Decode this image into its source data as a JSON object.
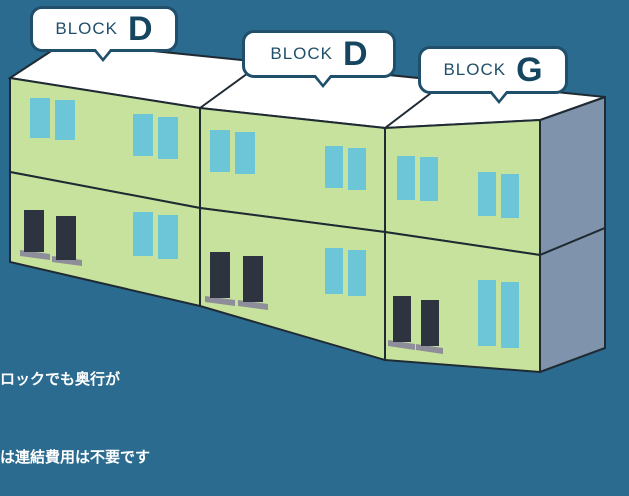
{
  "colors": {
    "background": "#2a6b8f",
    "wall_front": "#c7e29c",
    "wall_side": "#7f93ac",
    "roof": "#ffffff",
    "window": "#6cc6d8",
    "door": "#2d3440",
    "outline": "#1f2a33",
    "callout_border": "#1f4f6a"
  },
  "callouts": [
    {
      "word": "BLOCK",
      "letter": "D"
    },
    {
      "word": "BLOCK",
      "letter": "D"
    },
    {
      "word": "BLOCK",
      "letter": "G"
    }
  ],
  "caption": {
    "line1": "ロックでも奥行が",
    "line2": "は連結費用は不要です"
  }
}
